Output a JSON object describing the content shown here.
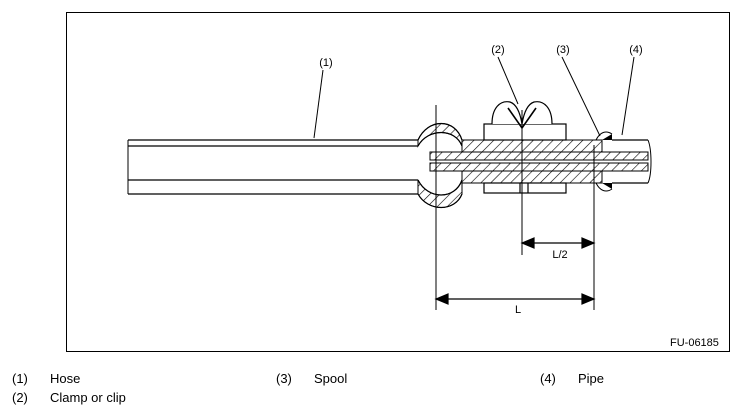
{
  "diagram": {
    "figure_code": "FU-06185",
    "callouts": [
      "(1)",
      "(2)",
      "(3)",
      "(4)"
    ],
    "dimension_labels": {
      "half_length": "L/2",
      "length": "L"
    }
  },
  "legend": [
    {
      "num": "(1)",
      "text": "Hose"
    },
    {
      "num": "(2)",
      "text": "Clamp or clip"
    },
    {
      "num": "(3)",
      "text": "Spool"
    },
    {
      "num": "(4)",
      "text": "Pipe"
    }
  ],
  "colors": {
    "line": "#000000",
    "hatch": "#000000",
    "background": "#ffffff"
  }
}
